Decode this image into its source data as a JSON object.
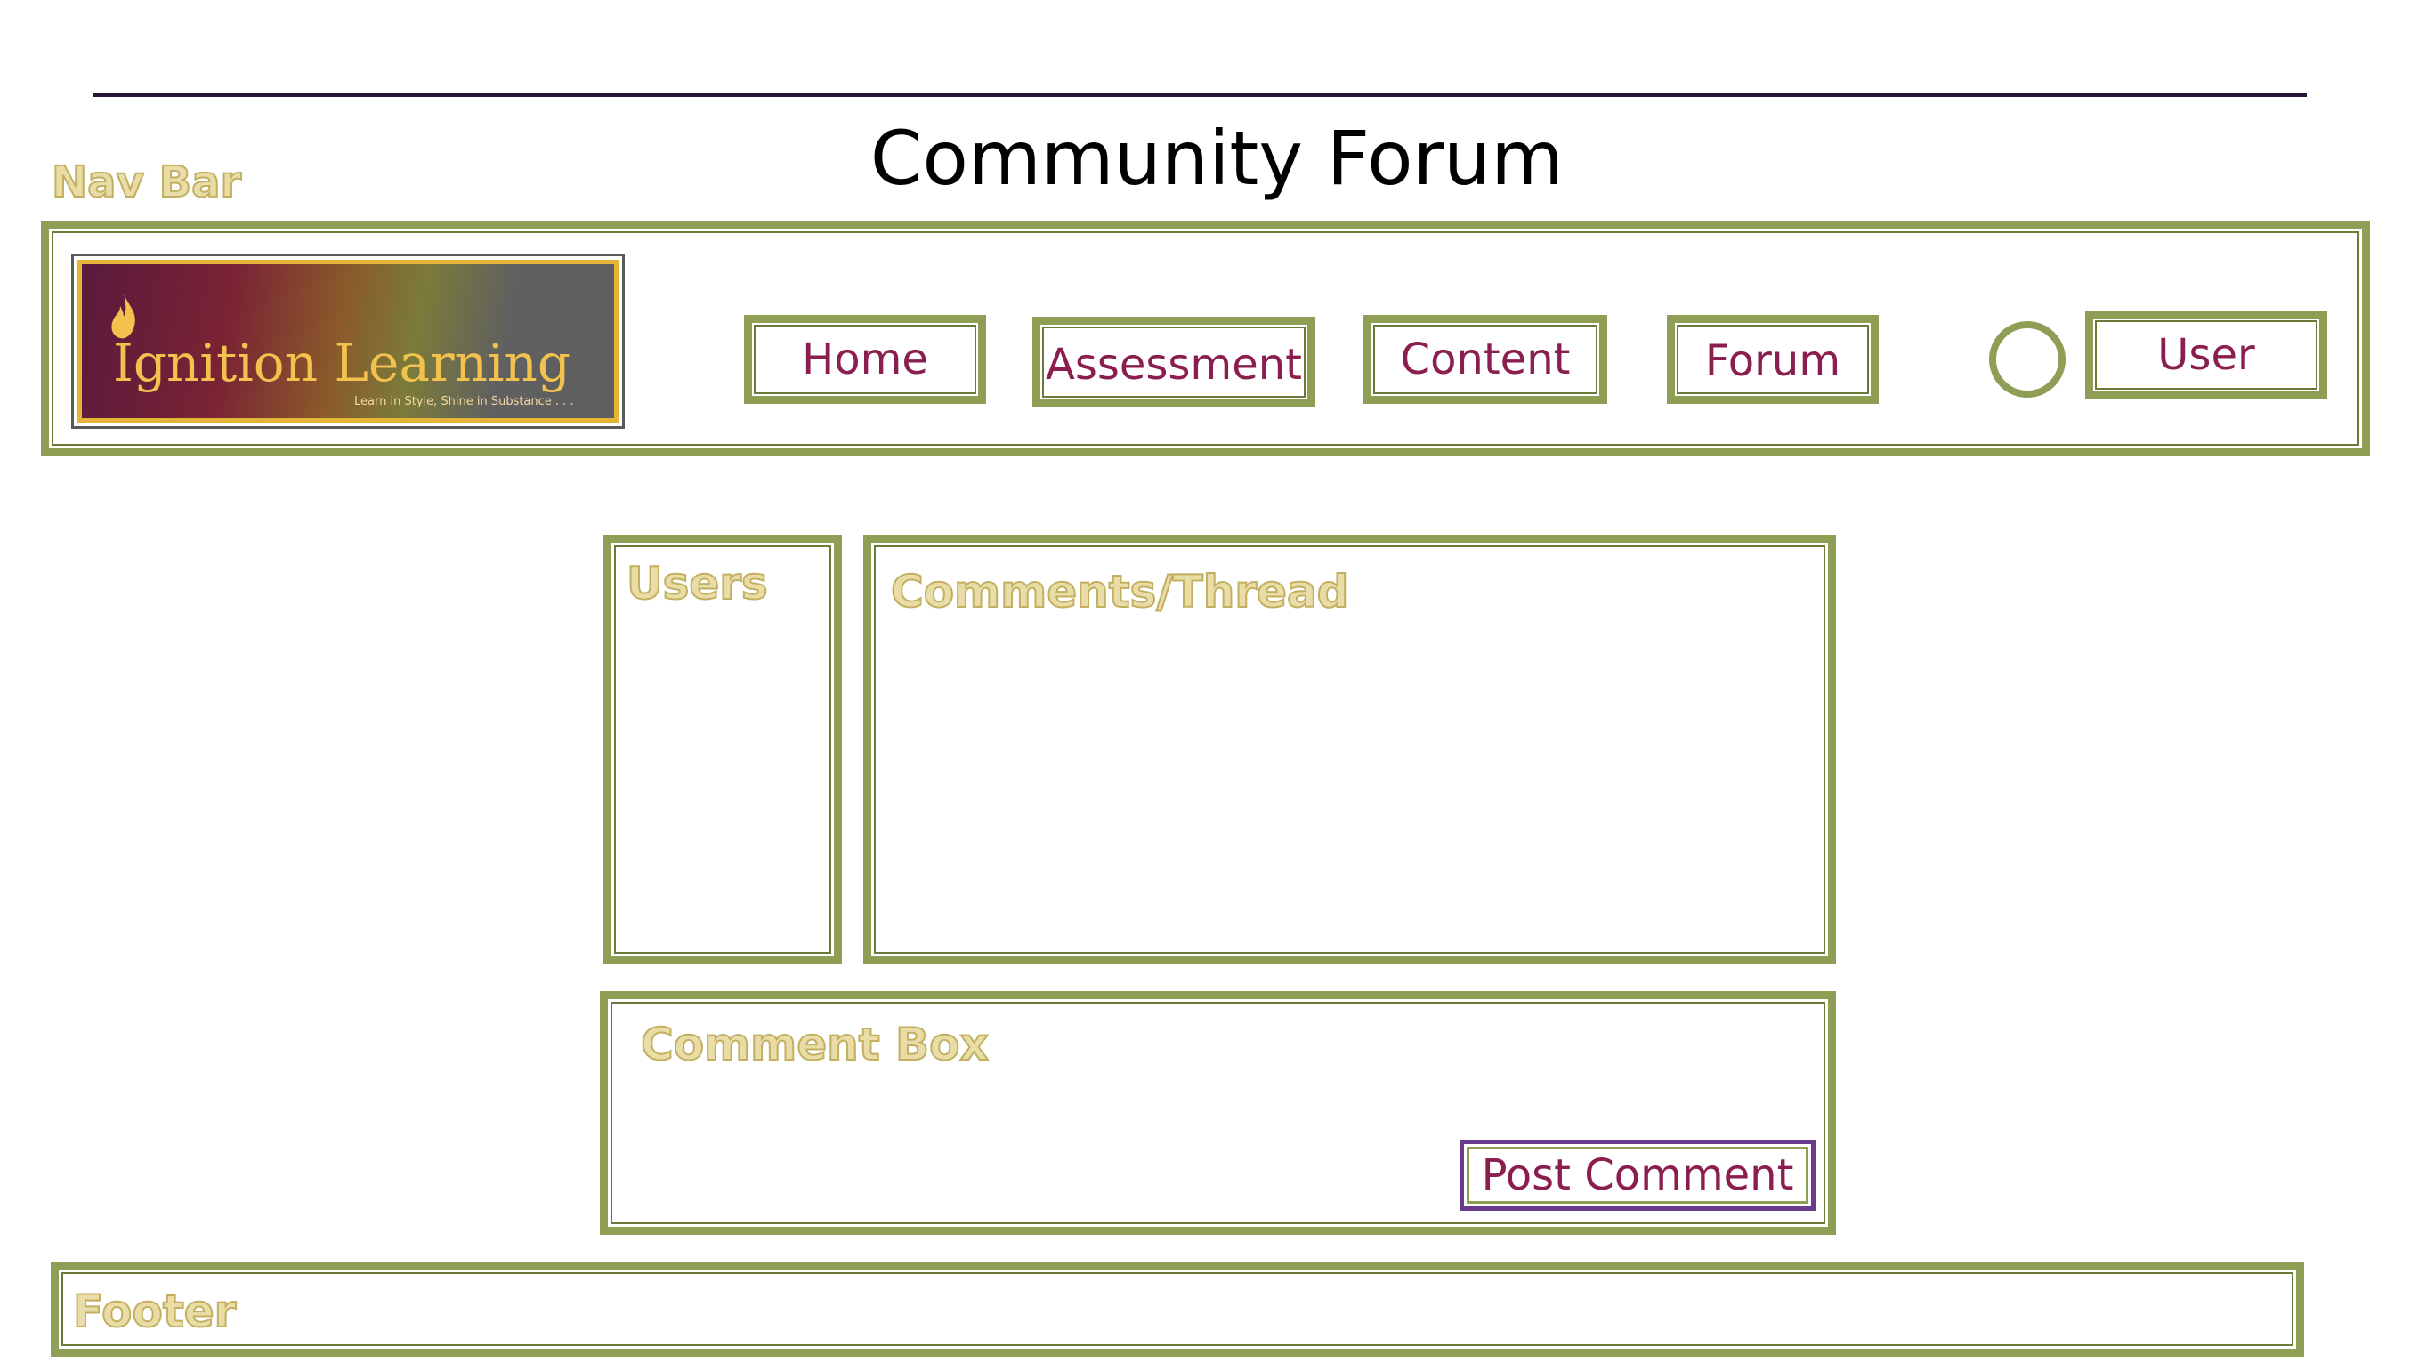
{
  "page": {
    "title": "Community Forum"
  },
  "labels": {
    "nav_bar": "Nav Bar",
    "users": "Users",
    "comments_thread": "Comments/Thread",
    "comment_box": "Comment Box",
    "footer": "Footer"
  },
  "logo": {
    "name": "Ignition Learning",
    "tagline": "Learn in Style, Shine in Substance . . ."
  },
  "nav": {
    "items": [
      {
        "label": "Home"
      },
      {
        "label": "Assessment"
      },
      {
        "label": "Content"
      },
      {
        "label": "Forum"
      }
    ],
    "user_label": "User"
  },
  "comment_box": {
    "post_label": "Post Comment"
  },
  "colors": {
    "frame_green": "#8e9e55",
    "label_fill": "#e9dca6",
    "button_text": "#8a1e4e",
    "post_border": "#6a3c8e",
    "rule": "#2a1535"
  }
}
